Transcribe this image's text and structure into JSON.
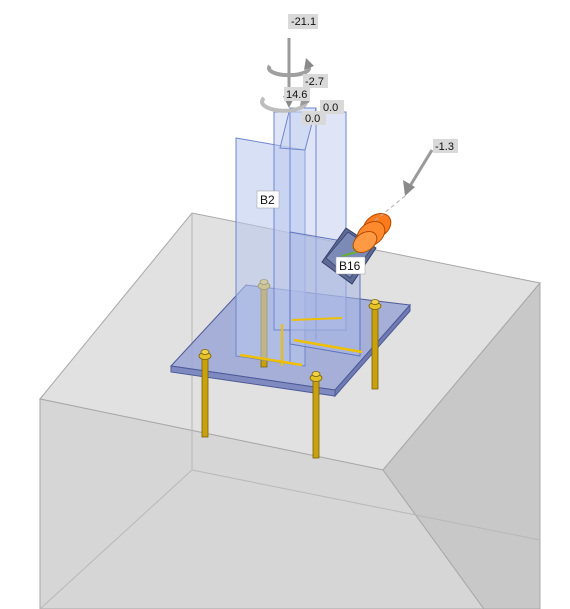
{
  "scene": {
    "loads": {
      "vertical_force": "-21.1",
      "moment_y": "-2.7",
      "moment_x": "14.6",
      "value_a": "0.0",
      "value_b": "0.0",
      "inclined_force": "-1.3"
    },
    "member_labels": {
      "column": "B2",
      "brace": "B16"
    }
  },
  "colors": {
    "background": "#ffffff",
    "concrete": "#d3d3d3",
    "steel": "#aebde8",
    "anchor": "#c9a10f",
    "weld": "#f0c000",
    "bolt": "#ff7a1a",
    "label_bg": "#d9d9d9"
  }
}
